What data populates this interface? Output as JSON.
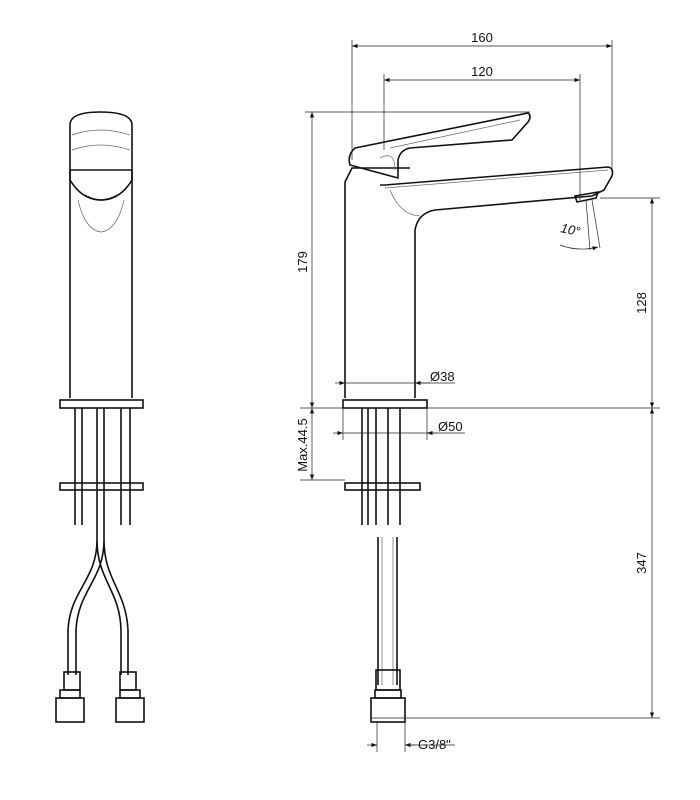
{
  "dimensions": {
    "overall_reach": "160",
    "spout_reach": "120",
    "total_height": "179",
    "spout_height": "128",
    "body_diameter": "Ø38",
    "base_diameter": "Ø50",
    "max_deck_thickness": "Max.44.5",
    "hose_length": "347",
    "connection_thread": "G3/8\"",
    "spout_angle": "10°"
  }
}
